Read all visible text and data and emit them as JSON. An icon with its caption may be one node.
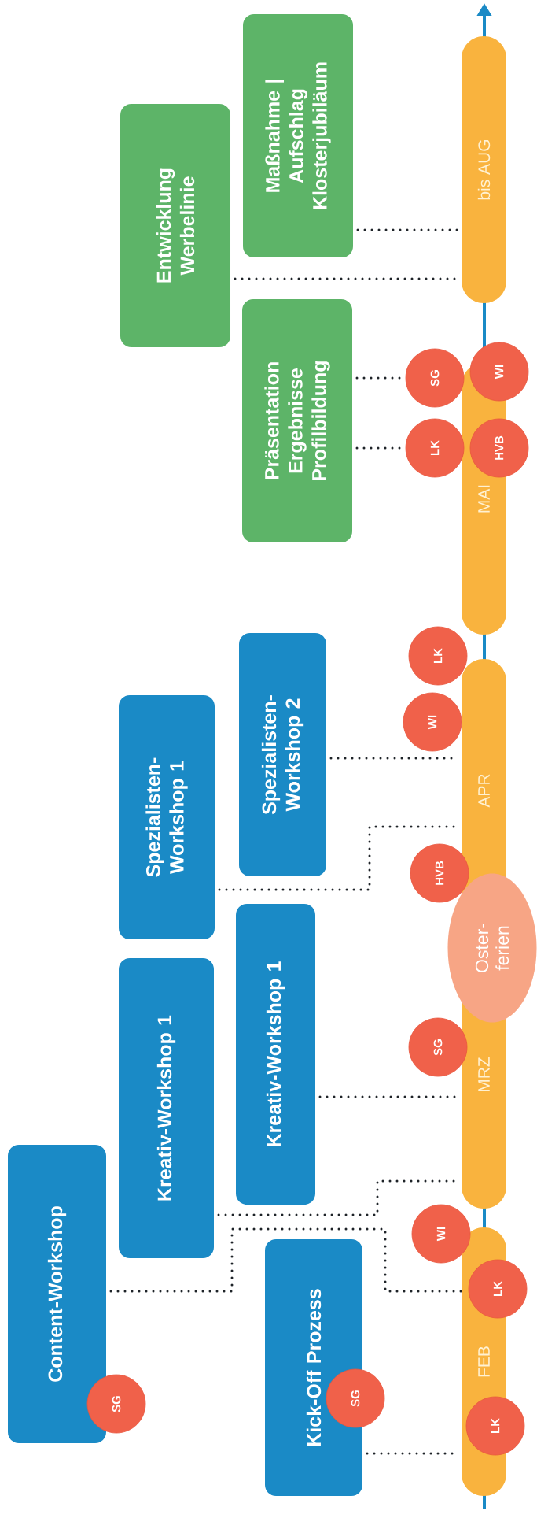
{
  "diagram": {
    "nodes": [
      {
        "text": [
          "Content-Workshop"
        ]
      },
      {
        "text": [
          "SG"
        ]
      },
      {
        "text": [
          "Kreativ-Workshop 1"
        ]
      },
      {
        "text": [
          "Spezialisten- Workshop 1"
        ]
      },
      {
        "text": [
          "Entwicklung Werbelinie"
        ]
      },
      {
        "text": [
          "Kick-Off Prozess"
        ]
      },
      {
        "text": [
          "SG"
        ]
      },
      {
        "text": [
          "Kreativ-Workshop 1"
        ]
      },
      {
        "text": [
          "Spezialisten- Workshop 2"
        ]
      },
      {
        "text": [
          "Präsentation Ergebnisse Profilbildung"
        ]
      },
      {
        "text": [
          "Maßnahme | Aufschlag Klosterjubiläum"
        ]
      },
      {
        "text": [
          "FEB"
        ]
      },
      {
        "text": [
          "MRZ",
          "APR"
        ]
      },
      {
        "text": [
          "MAI"
        ]
      },
      {
        "text": [
          "bis AUG"
        ]
      },
      {
        "text": [
          "Oster- ferien"
        ]
      },
      {
        "text": [
          "WI"
        ]
      },
      {
        "text": [
          "LK"
        ]
      },
      {
        "text": [
          "LK"
        ]
      },
      {
        "text": [
          "SG"
        ]
      },
      {
        "text": [
          "HVB"
        ]
      },
      {
        "text": [
          "WI"
        ]
      },
      {
        "text": [
          "LK"
        ]
      },
      {
        "text": [
          "SG"
        ]
      },
      {
        "text": [
          "LK"
        ]
      },
      {
        "text": [
          "WI"
        ]
      },
      {
        "text": [
          "HVB"
        ]
      }
    ],
    "edges": [
      {
        "from": 0,
        "to": 17,
        "arrow": "none"
      },
      {
        "from": 5,
        "to": 11,
        "arrow": "none"
      },
      {
        "from": 2,
        "to": 12,
        "arrow": "none"
      },
      {
        "from": 7,
        "to": 12,
        "arrow": "none"
      },
      {
        "from": 3,
        "to": 12,
        "arrow": "none"
      },
      {
        "from": 8,
        "to": 12,
        "arrow": "none"
      },
      {
        "from": 9,
        "to": 23,
        "arrow": "none"
      },
      {
        "from": 9,
        "to": 24,
        "arrow": "none"
      },
      {
        "from": 4,
        "to": 14,
        "arrow": "none"
      },
      {
        "from": 10,
        "to": 14,
        "arrow": "none"
      }
    ]
  }
}
